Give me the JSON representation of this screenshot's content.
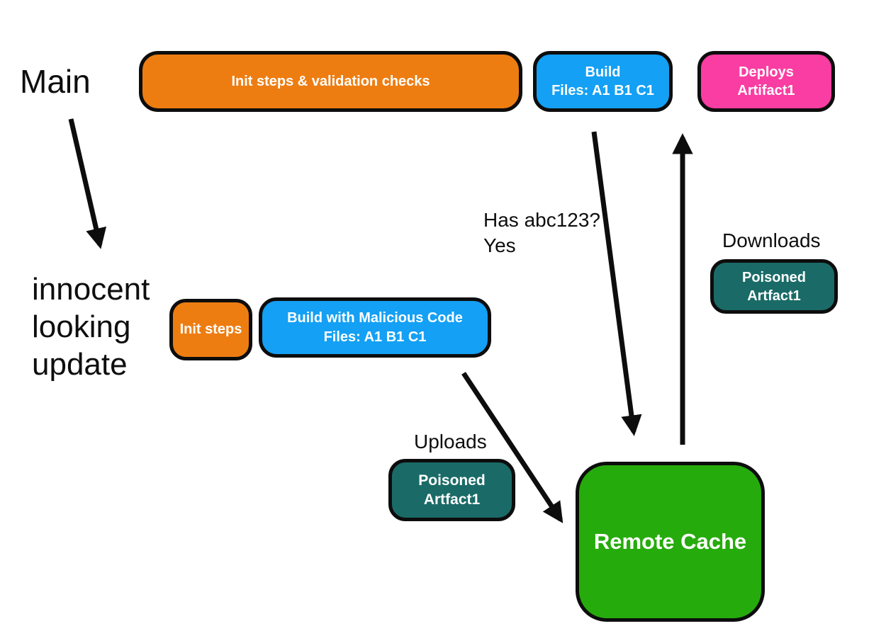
{
  "colors": {
    "orange": "#ee7d11",
    "blue": "#14a0f4",
    "pink": "#fa3da2",
    "teal": "#1a6b67",
    "green": "#26ab0c",
    "ink": "#0d0d0d",
    "background": "#ffffff"
  },
  "main_pipeline": {
    "branch_label": "Main",
    "init_box": "Init steps & validation checks",
    "build_box_line1": "Build",
    "build_box_line2": "Files: A1 B1 C1",
    "deploy_box_line1": "Deploys",
    "deploy_box_line2": "Artifact1"
  },
  "update_pipeline": {
    "branch_label_lines": [
      "innocent",
      "looking",
      "update"
    ],
    "init_box": "Init steps",
    "build_box_line1": "Build with Malicious Code",
    "build_box_line2": "Files: A1 B1 C1"
  },
  "cache": {
    "remote_cache_label": "Remote Cache",
    "query_line1": "Has abc123?",
    "query_line2": "Yes",
    "downloads_label": "Downloads",
    "downloads_artifact_line1": "Poisoned",
    "downloads_artifact_line2": "Artfact1",
    "uploads_label": "Uploads",
    "uploads_artifact_line1": "Poisoned",
    "uploads_artifact_line2": "Artfact1"
  }
}
